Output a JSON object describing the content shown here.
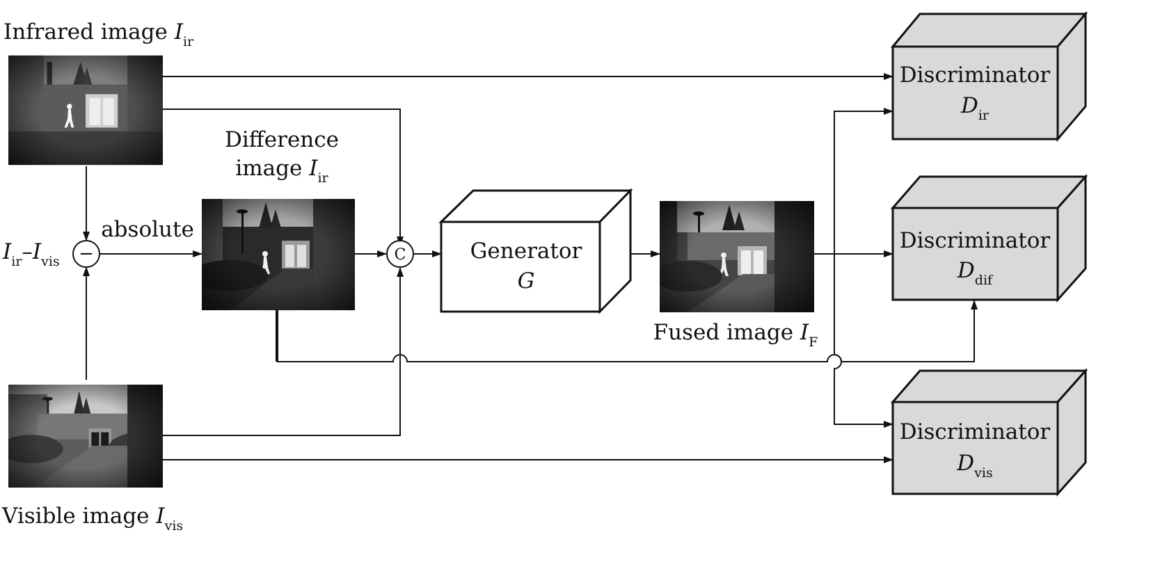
{
  "labels": {
    "infrared_main": "Infrared image ",
    "infrared_sym": "I",
    "infrared_sub": "ir",
    "visible_main": "Visible image ",
    "visible_sym": "I",
    "visible_sub": "vis",
    "difference_line1": "Difference",
    "difference_line2": "image ",
    "difference_sym": "I",
    "difference_sub": "ir",
    "fused_main": "Fused image ",
    "fused_sym": "I",
    "fused_sub": "F",
    "absolute": "absolute",
    "diff_expr_i1": "I",
    "diff_expr_s1": "ir",
    "diff_expr_minus": "–",
    "diff_expr_i2": "I",
    "diff_expr_s2": "vis",
    "minus_op": "−",
    "concat_op": "C"
  },
  "generator": {
    "title": "Generator",
    "symbol": "G"
  },
  "discriminators": [
    {
      "title": "Discriminator",
      "sym": "D",
      "sub": "ir"
    },
    {
      "title": "Discriminator",
      "sym": "D",
      "sub": "dif"
    },
    {
      "title": "Discriminator",
      "sym": "D",
      "sub": "vis"
    }
  ],
  "colors": {
    "line": "#111111",
    "discriminator_fill": "#d9d9d9",
    "generator_fill": "#ffffff"
  }
}
